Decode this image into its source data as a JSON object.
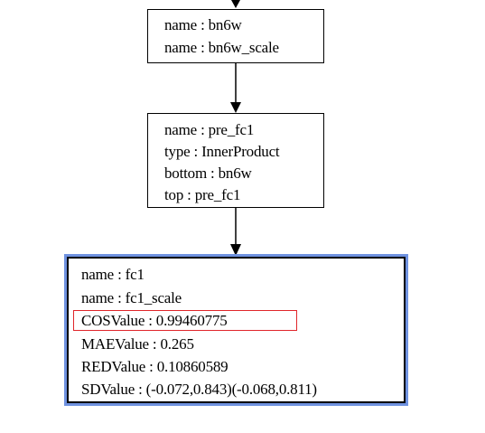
{
  "diagram": {
    "nodes": [
      {
        "id": "bn6w",
        "lines": [
          "name : bn6w",
          "name : bn6w_scale"
        ]
      },
      {
        "id": "pre_fc1",
        "lines": [
          "name : pre_fc1",
          "type : InnerProduct",
          "bottom : bn6w",
          "top : pre_fc1"
        ]
      },
      {
        "id": "fc1",
        "selected": true,
        "lines": [
          "name : fc1",
          "name : fc1_scale",
          "COSValue : 0.99460775",
          "MAEValue : 0.265",
          "REDValue : 0.10860589",
          "SDValue : (-0.072,0.843)(-0.068,0.811)"
        ],
        "highlighted_line": 2
      }
    ],
    "edges": [
      {
        "from": "above",
        "to": "bn6w"
      },
      {
        "from": "bn6w",
        "to": "pre_fc1"
      },
      {
        "from": "pre_fc1",
        "to": "fc1"
      }
    ],
    "colors": {
      "node_border": "#000000",
      "selection_outline": "#6f92e0",
      "highlight": "#e0262b",
      "background": "#ffffff"
    }
  }
}
